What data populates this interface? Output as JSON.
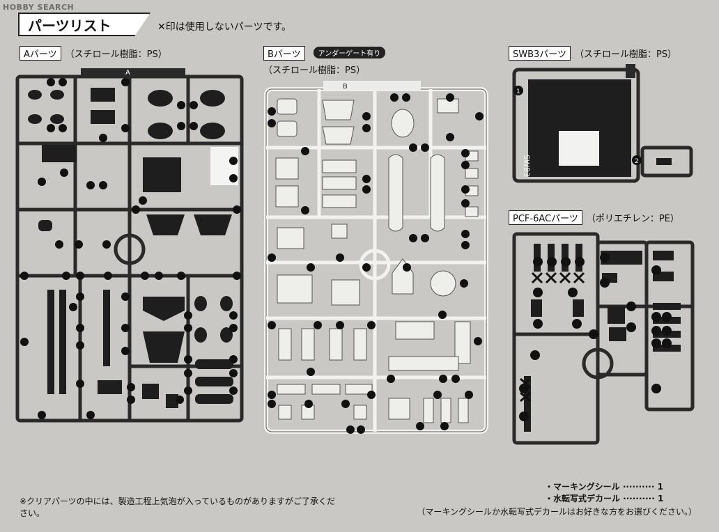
{
  "watermark": "HOBBY SEARCH",
  "title": "パーツリスト",
  "subtitle": {
    "mark": "✕",
    "text": "印は使用しないパーツです。"
  },
  "sections": {
    "a": {
      "name": "Aパーツ",
      "material": "（スチロール樹脂：PS）",
      "sprue_letter": "A"
    },
    "b": {
      "name": "Bパーツ",
      "badge": "アンダーゲート有り",
      "material": "（スチロール樹脂：PS）",
      "sprue_letter": "B"
    },
    "swb3": {
      "name": "SWB3パーツ",
      "material": "（スチロール樹脂：PS）",
      "sprue_text": "SWB3",
      "part_number": "1",
      "part_number_2": "2"
    },
    "pcf": {
      "name": "PCF-6ACパーツ",
      "material": "（ポリエチレン：PE）"
    }
  },
  "notes": {
    "clear_parts": "※クリアパーツの中には、製造工程上気泡が入っているものがありますがご了承ください。",
    "marking_seal": "・マーキングシール ·········· 1",
    "water_decal": "・水転写式デカール ·········· 1",
    "decal_choice": "（マーキングシールか水転写式デカールはお好きな方をお選びください。）"
  },
  "colors": {
    "background": "#c9c8c4",
    "sprue_dark": "#2a2a2a",
    "sprue_light": "#ebebe8",
    "part_dark": "#1e1e1e"
  }
}
